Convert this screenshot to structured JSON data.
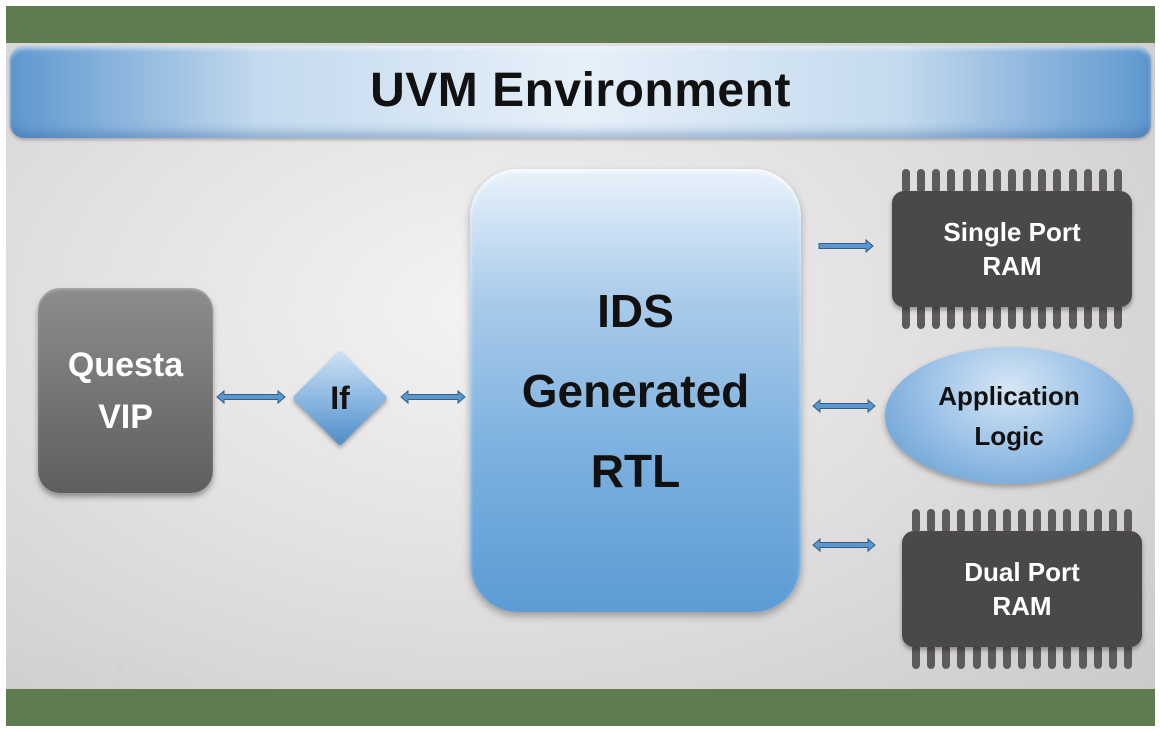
{
  "title": "UVM Environment",
  "nodes": {
    "questa_vip": "Questa\nVIP",
    "interface": "If",
    "ids_rtl": "IDS\nGenerated\nRTL",
    "single_port_ram": "Single Port\nRAM",
    "application_logic": "Application\nLogic",
    "dual_port_ram": "Dual Port\nRAM"
  },
  "edges": [
    {
      "from": "questa_vip",
      "to": "interface",
      "direction": "bidirectional"
    },
    {
      "from": "interface",
      "to": "ids_rtl",
      "direction": "bidirectional"
    },
    {
      "from": "ids_rtl",
      "to": "single_port_ram",
      "direction": "forward"
    },
    {
      "from": "ids_rtl",
      "to": "application_logic",
      "direction": "bidirectional"
    },
    {
      "from": "ids_rtl",
      "to": "dual_port_ram",
      "direction": "bidirectional"
    }
  ],
  "colors": {
    "bar": "#5f7c50",
    "blue": "#5c9bd4",
    "gray_box": "#747373",
    "chip": "#4b4848"
  },
  "controls": [
    {
      "icon": "prev-icon",
      "glyph": "‹"
    },
    {
      "icon": "next-icon",
      "glyph": "›"
    },
    {
      "icon": "pen-icon",
      "glyph": "✎"
    },
    {
      "icon": "grid-icon",
      "glyph": "▦"
    },
    {
      "icon": "zoom-icon",
      "glyph": "⌕"
    },
    {
      "icon": "more-icon",
      "glyph": "⋯"
    }
  ]
}
